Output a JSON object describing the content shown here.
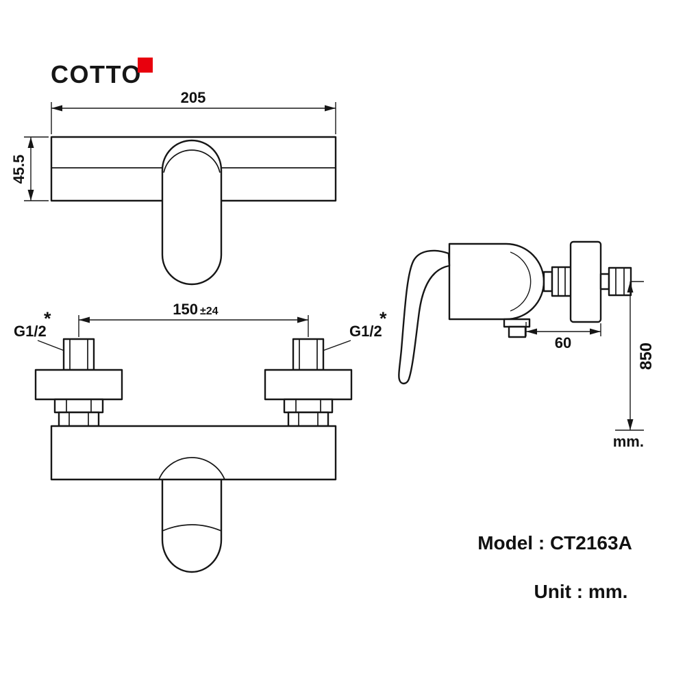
{
  "brand": {
    "name": "COTTO"
  },
  "colors": {
    "accent_red": "#e8000d",
    "line": "#161616",
    "background": "#ffffff"
  },
  "dimensions": {
    "top_width": "205",
    "top_depth": "45.5",
    "hole_span": "150",
    "hole_tolerance": "±24",
    "left_thread": "G1/2",
    "left_thread_note": "*",
    "right_thread": "G1/2",
    "right_thread_note": "*",
    "side_depth": "60",
    "install_height": "850",
    "height_unit": "mm."
  },
  "footer": {
    "model": "Model : CT2163A",
    "unit": "Unit : mm."
  }
}
